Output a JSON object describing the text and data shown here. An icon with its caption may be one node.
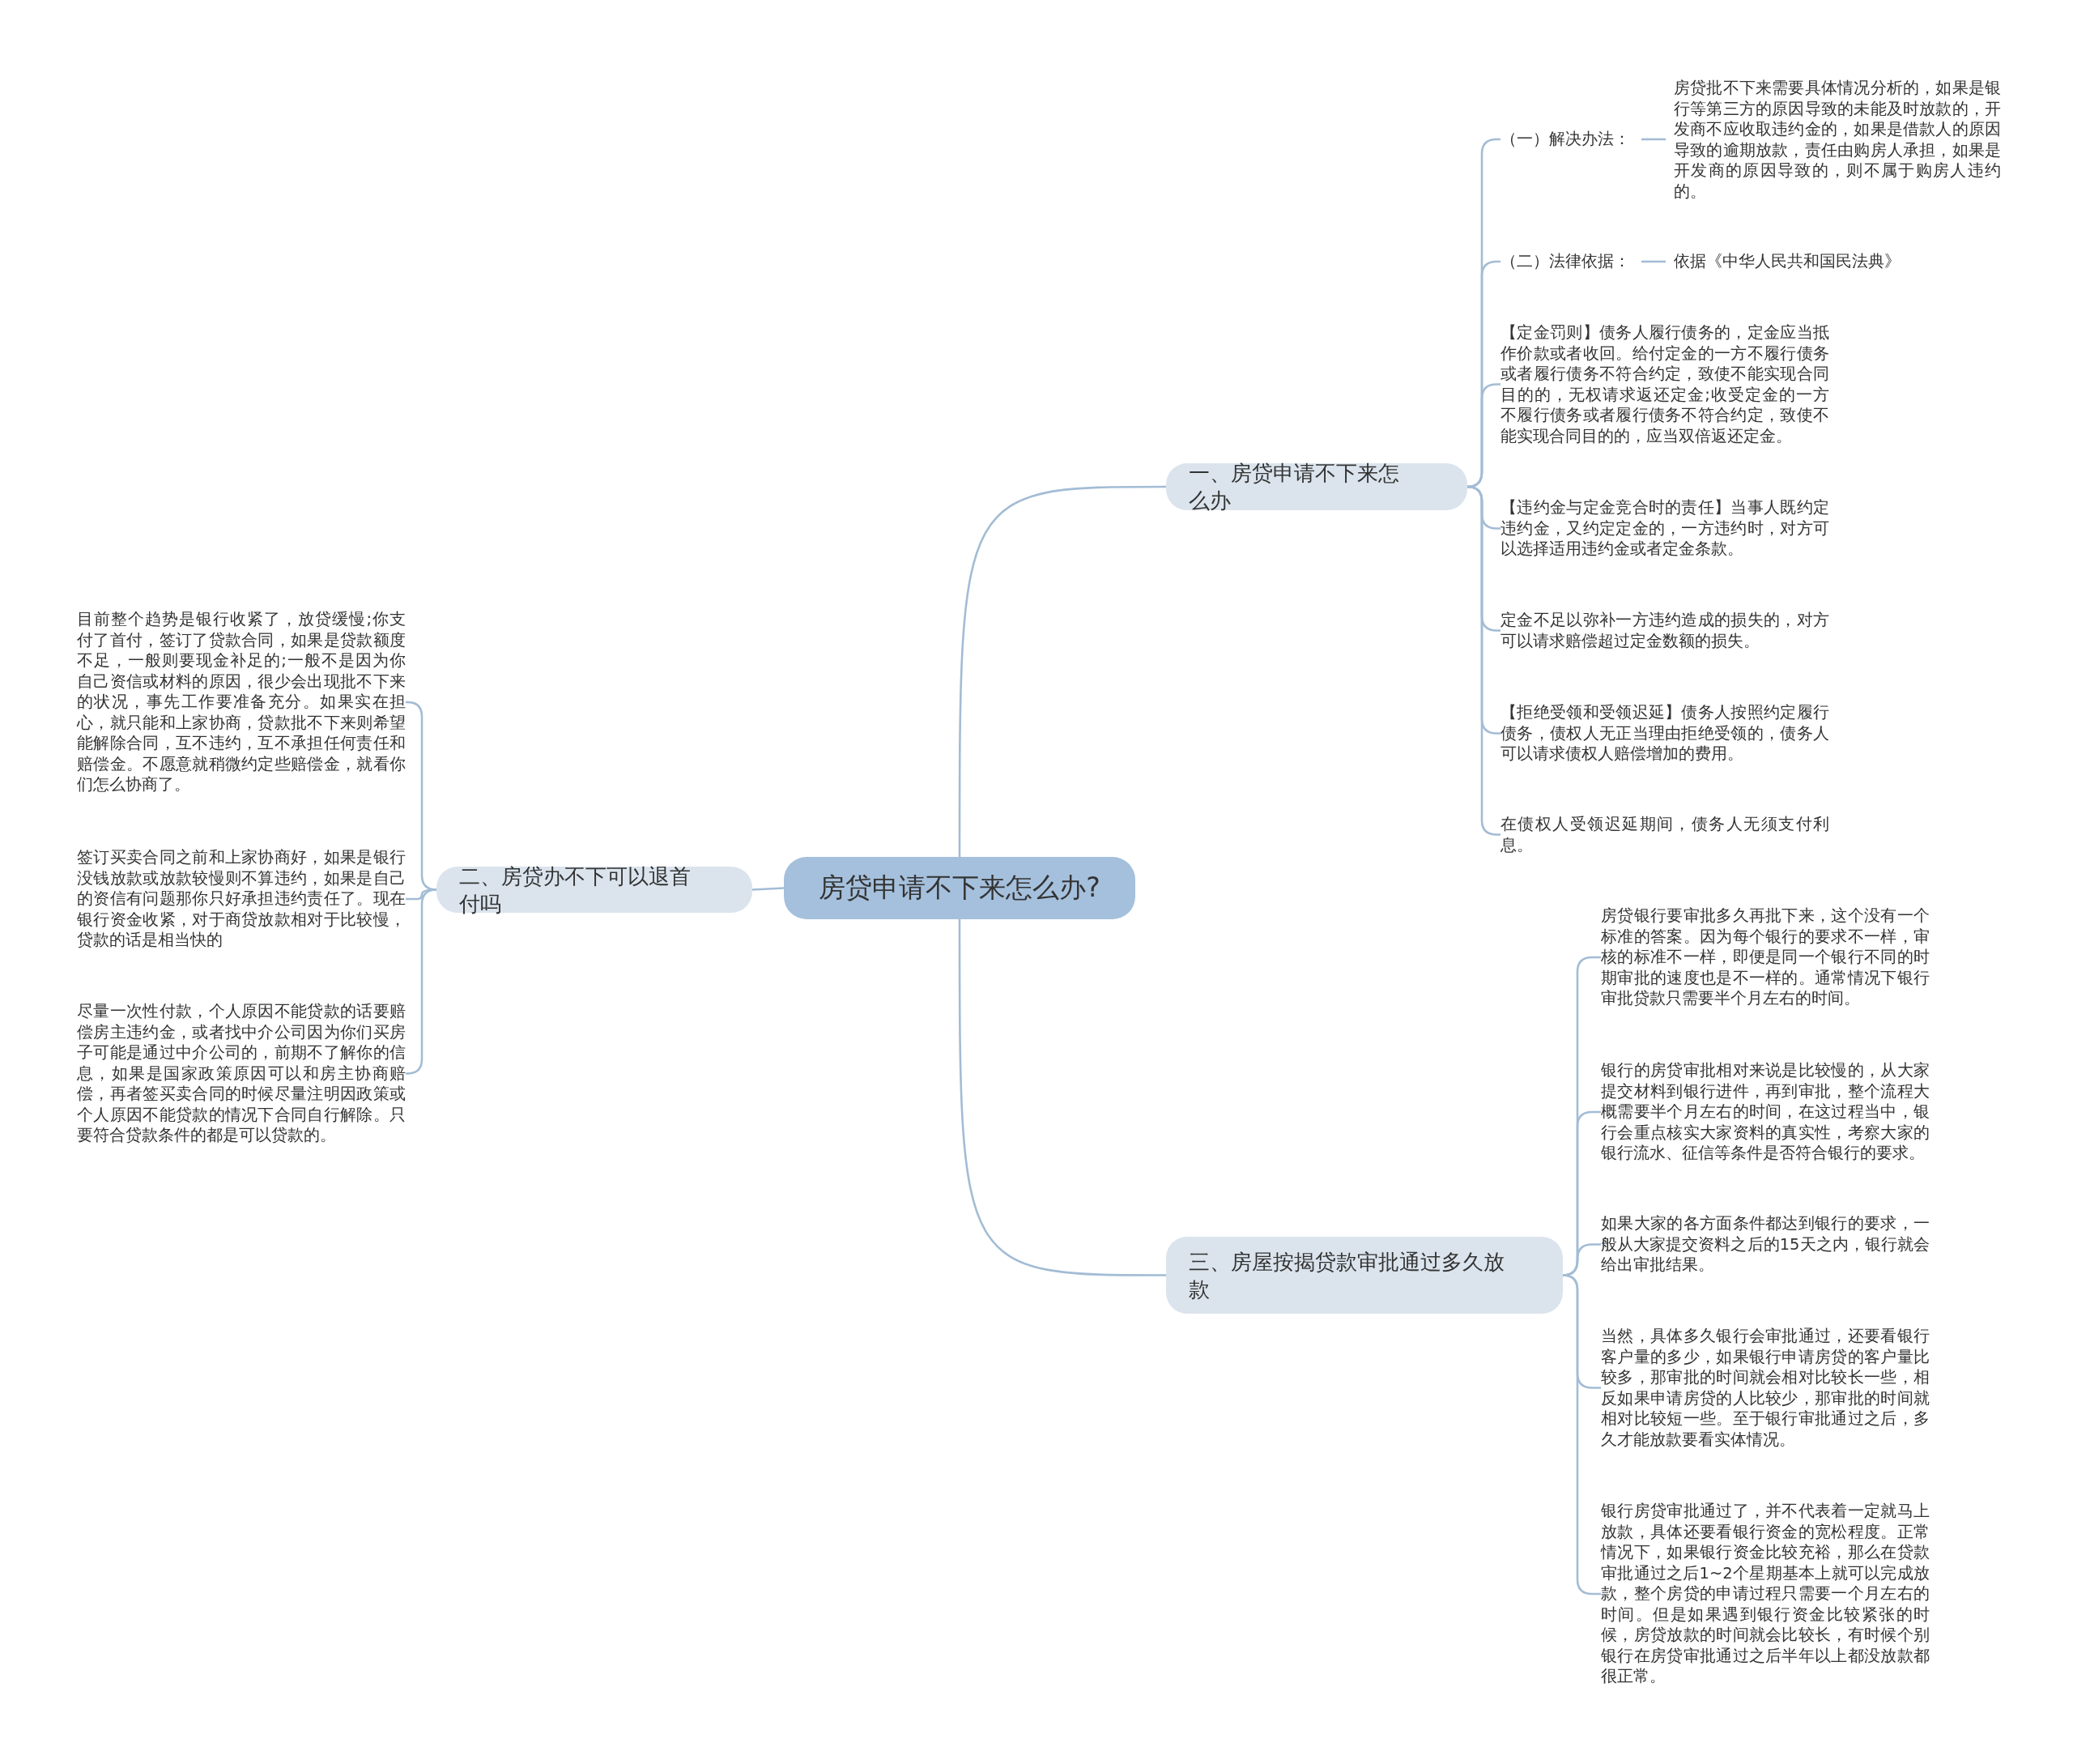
{
  "diagram": {
    "nodes": [
      {
        "text": [
          "房贷申请不下来怎么办?"
        ]
      },
      {
        "text": [
          "一、房贷申请不下来怎么办"
        ]
      },
      {
        "text": [
          "（一）解决办法："
        ]
      },
      {
        "text": [
          "房贷批不下来需要具体情况分析的，如果是银行等第三方的原因导致的未能及时放款的，开发商不应收取违约金的，如果是借款人的原因导致的逾期放款，责任由购房人承担，如果是开发商的原因导致的，则不属于购房人违约的。"
        ]
      },
      {
        "text": [
          "（二）法律依据："
        ]
      },
      {
        "text": [
          "依据《中华人民共和国民法典》"
        ]
      },
      {
        "text": [
          "【定金罚则】债务人履行债务的，定金应当抵作价款或者收回。给付定金的一方不履行债务或者履行债务不符合约定，致使不能实现合同目的的，无权请求返还定金;收受定金的一方不履行债务或者履行债务不符合约定，致使不能实现合同目的的，应当双倍返还定金。"
        ]
      },
      {
        "text": [
          "【违约金与定金竞合时的责任】当事人既约定违约金，又约定定金的，一方违约时，对方可以选择适用违约金或者定金条款。"
        ]
      },
      {
        "text": [
          "定金不足以弥补一方违约造成的损失的，对方可以请求赔偿超过定金数额的损失。"
        ]
      },
      {
        "text": [
          "【拒绝受领和受领迟延】债务人按照约定履行债务，债权人无正当理由拒绝受领的，债务人可以请求债权人赔偿增加的费用。"
        ]
      },
      {
        "text": [
          "在债权人受领迟延期间，债务人无须支付利息。"
        ]
      },
      {
        "text": [
          "二、房贷办不下可以退首付吗"
        ]
      },
      {
        "text": [
          "目前整个趋势是银行收紧了，放贷缓慢;你支付了首付，签订了贷款合同，如果是贷款额度不足，一般则要现金补足的;一般不是因为你自己资信或材料的原因，很少会出现批不下来的状况，事先工作要准备充分。如果实在担心，就只能和上家协商，贷款批不下来则希望能解除合同，互不违约，互不承担任何责任和赔偿金。不愿意就稍微约定些赔偿金，就看你们怎么协商了。"
        ]
      },
      {
        "text": [
          "签订买卖合同之前和上家协商好，如果是银行没钱放款或放款较慢则不算违约，如果是自己的资信有问题那你只好承担违约责任了。现在银行资金收紧，对于商贷放款相对于比较慢，贷款的话是相当快的"
        ]
      },
      {
        "text": [
          "尽量一次性付款，个人原因不能贷款的话要赔偿房主违约金，或者找中介公司因为你们买房子可能是通过中介公司的，前期不了解你的信息，如果是国家政策原因可以和房主协商赔偿，再者签买卖合同的时候尽量注明因政策或个人原因不能贷款的情况下合同自行解除。只要符合贷款条件的都是可以贷款的。"
        ]
      },
      {
        "text": [
          "三、房屋按揭贷款审批通过多久放款"
        ]
      },
      {
        "text": [
          "房贷银行要审批多久再批下来，这个没有一个标准的答案。因为每个银行的要求不一样，审核的标准不一样，即便是同一个银行不同的时期审批的速度也是不一样的。通常情况下银行审批贷款只需要半个月左右的时间。"
        ]
      },
      {
        "text": [
          "银行的房贷审批相对来说是比较慢的，从大家提交材料到银行进件，再到审批，整个流程大概需要半个月左右的时间，在这过程当中，银行会重点核实大家资料的真实性，考察大家的银行流水、征信等条件是否符合银行的要求。"
        ]
      },
      {
        "text": [
          "如果大家的各方面条件都达到银行的要求，一般从大家提交资料之后的15天之内，银行就会给出审批结果。"
        ]
      },
      {
        "text": [
          "当然，具体多久银行会审批通过，还要看银行客户量的多少，如果银行申请房贷的客户量比较多，那审批的时间就会相对比较长一些，相反如果申请房贷的人比较少，那审批的时间就相对比较短一些。至于银行审批通过之后，多久才能放款要看实体情况。"
        ]
      },
      {
        "text": [
          "银行房贷审批通过了，并不代表着一定就马上放款，具体还要看银行资金的宽松程度。正常情况下，如果银行资金比较充裕，那么在贷款审批通过之后1~2个星期基本上就可以完成放款，整个房贷的申请过程只需要一个月左右的时间。但是如果遇到银行资金比较紧张的时候，房贷放款的时间就会比较长，有时候个别银行在房贷审批通过之后半年以上都没放款都很正常。"
        ]
      }
    ],
    "edges": [
      {
        "from": 0,
        "to": 1,
        "arrow": "none"
      },
      {
        "from": 1,
        "to": 2,
        "arrow": "none"
      },
      {
        "from": 2,
        "to": 3,
        "arrow": "none"
      },
      {
        "from": 1,
        "to": 4,
        "arrow": "none"
      },
      {
        "from": 4,
        "to": 5,
        "arrow": "none"
      },
      {
        "from": 1,
        "to": 6,
        "arrow": "none"
      },
      {
        "from": 1,
        "to": 7,
        "arrow": "none"
      },
      {
        "from": 1,
        "to": 8,
        "arrow": "none"
      },
      {
        "from": 1,
        "to": 9,
        "arrow": "none"
      },
      {
        "from": 1,
        "to": 10,
        "arrow": "none"
      },
      {
        "from": 0,
        "to": 11,
        "arrow": "none"
      },
      {
        "from": 11,
        "to": 12,
        "arrow": "none"
      },
      {
        "from": 11,
        "to": 13,
        "arrow": "none"
      },
      {
        "from": 11,
        "to": 14,
        "arrow": "none"
      },
      {
        "from": 0,
        "to": 15,
        "arrow": "none"
      },
      {
        "from": 15,
        "to": 16,
        "arrow": "none"
      },
      {
        "from": 15,
        "to": 17,
        "arrow": "none"
      },
      {
        "from": 15,
        "to": 18,
        "arrow": "none"
      },
      {
        "from": 15,
        "to": 19,
        "arrow": "none"
      },
      {
        "from": 15,
        "to": 20,
        "arrow": "none"
      }
    ]
  }
}
